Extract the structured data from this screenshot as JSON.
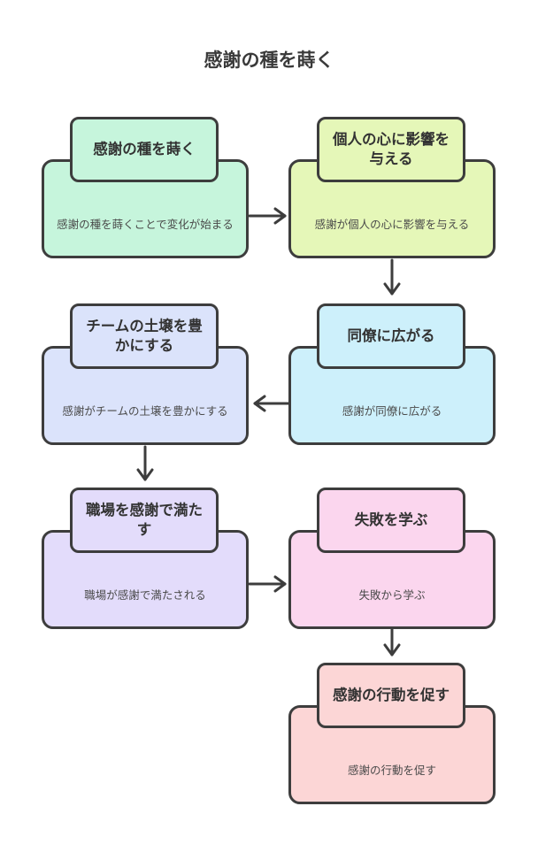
{
  "title": "感謝の種を蒔く",
  "nodes": [
    {
      "id": "n1",
      "title": "感謝の種を蒔く",
      "desc": "感謝の種を蒔くことで変化が始まる",
      "color": "#c6f5dc"
    },
    {
      "id": "n2",
      "title": "個人の心に影響を与える",
      "desc": "感謝が個人の心に影響を与える",
      "color": "#e5f7b8"
    },
    {
      "id": "n3",
      "title": "同僚に広がる",
      "desc": "感謝が同僚に広がる",
      "color": "#cdf0fb"
    },
    {
      "id": "n4",
      "title": "チームの土壌を豊かにする",
      "desc": "感謝がチームの土壌を豊かにする",
      "color": "#dbe3fb"
    },
    {
      "id": "n5",
      "title": "職場を感謝で満たす",
      "desc": "職場が感謝で満たされる",
      "color": "#e3dcfb"
    },
    {
      "id": "n6",
      "title": "失敗を学ぶ",
      "desc": "失敗から学ぶ",
      "color": "#fbd6ee"
    },
    {
      "id": "n7",
      "title": "感謝の行動を促す",
      "desc": "感謝の行動を促す",
      "color": "#fcd6d6"
    }
  ],
  "edges": [
    {
      "from": "n1",
      "to": "n2"
    },
    {
      "from": "n2",
      "to": "n3"
    },
    {
      "from": "n3",
      "to": "n4"
    },
    {
      "from": "n4",
      "to": "n5"
    },
    {
      "from": "n5",
      "to": "n6"
    },
    {
      "from": "n6",
      "to": "n7"
    }
  ]
}
